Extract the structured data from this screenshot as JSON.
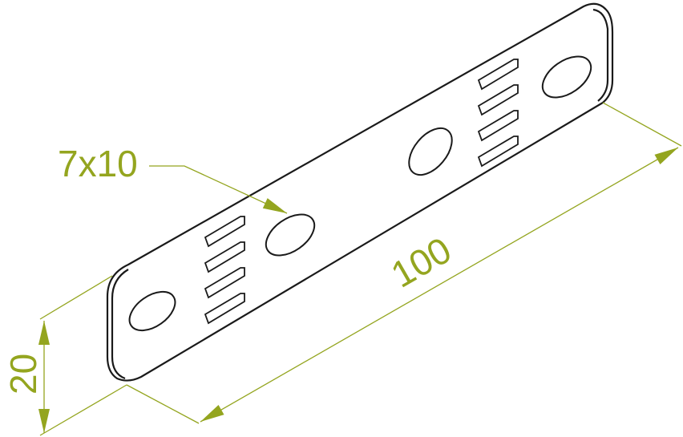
{
  "drawing": {
    "hole_label": "7x10",
    "length_label": "100",
    "width_label": "20"
  },
  "colors": {
    "dimension": "#94a51f",
    "outline": "#1a1a1a",
    "background": "#ffffff"
  }
}
